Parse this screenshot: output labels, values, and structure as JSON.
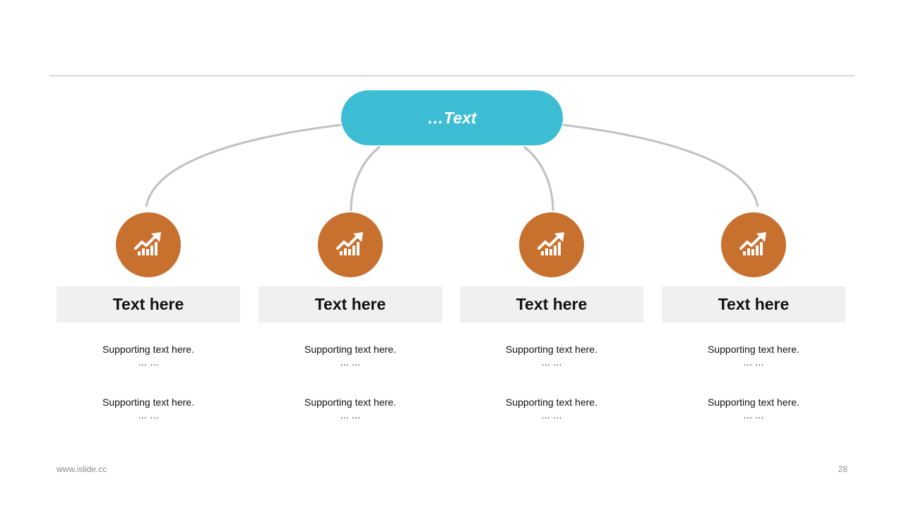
{
  "hub": {
    "label": "…Text"
  },
  "branches": [
    {
      "title": "Text here",
      "support_1": "Supporting text here.",
      "support_1_dots": "… …",
      "support_2": "Supporting text here.",
      "support_2_dots": "… …"
    },
    {
      "title": "Text here",
      "support_1": "Supporting text here.",
      "support_1_dots": "… …",
      "support_2": "Supporting text here.",
      "support_2_dots": "… …"
    },
    {
      "title": "Text here",
      "support_1": "Supporting text here.",
      "support_1_dots": "… …",
      "support_2": "Supporting text here.",
      "support_2_dots": "… …"
    },
    {
      "title": "Text here",
      "support_1": "Supporting text here.",
      "support_1_dots": "… …",
      "support_2": "Supporting text here.",
      "support_2_dots": "… …"
    }
  ],
  "icon": "chart-growth-icon",
  "footer": {
    "website": "www.islide.cc",
    "page_number": "28"
  },
  "colors": {
    "hub": "#3dbdd3",
    "icon_circle": "#c8702e",
    "title_box": "#f0f0f0",
    "connector": "#c0c0c0"
  }
}
